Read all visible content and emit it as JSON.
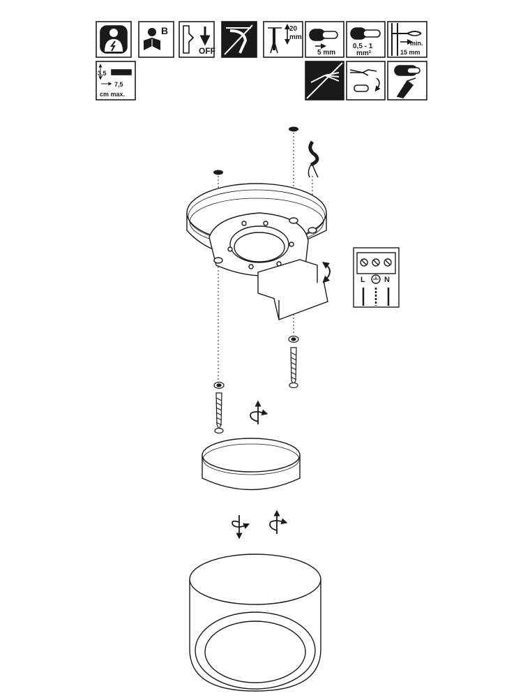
{
  "icons": {
    "manual_letter": "B",
    "power_label": "OFF",
    "strip_depth": "20",
    "strip_depth_unit": "mm",
    "insulation_strip": "5 mm",
    "wire_section_line1": "0,5 - 1",
    "wire_section_line2": "mm²",
    "free_length_line1": "min.",
    "free_length_line2": "15 mm",
    "spacing_a": "3,5",
    "spacing_b": "7,5",
    "spacing_unit": "cm max."
  },
  "wiring": {
    "live_label": "L",
    "neutral_label": "N"
  },
  "colors": {
    "ink": "#1a1a1a",
    "icon_fill": "#ffffff",
    "grey": "#cccccc"
  }
}
